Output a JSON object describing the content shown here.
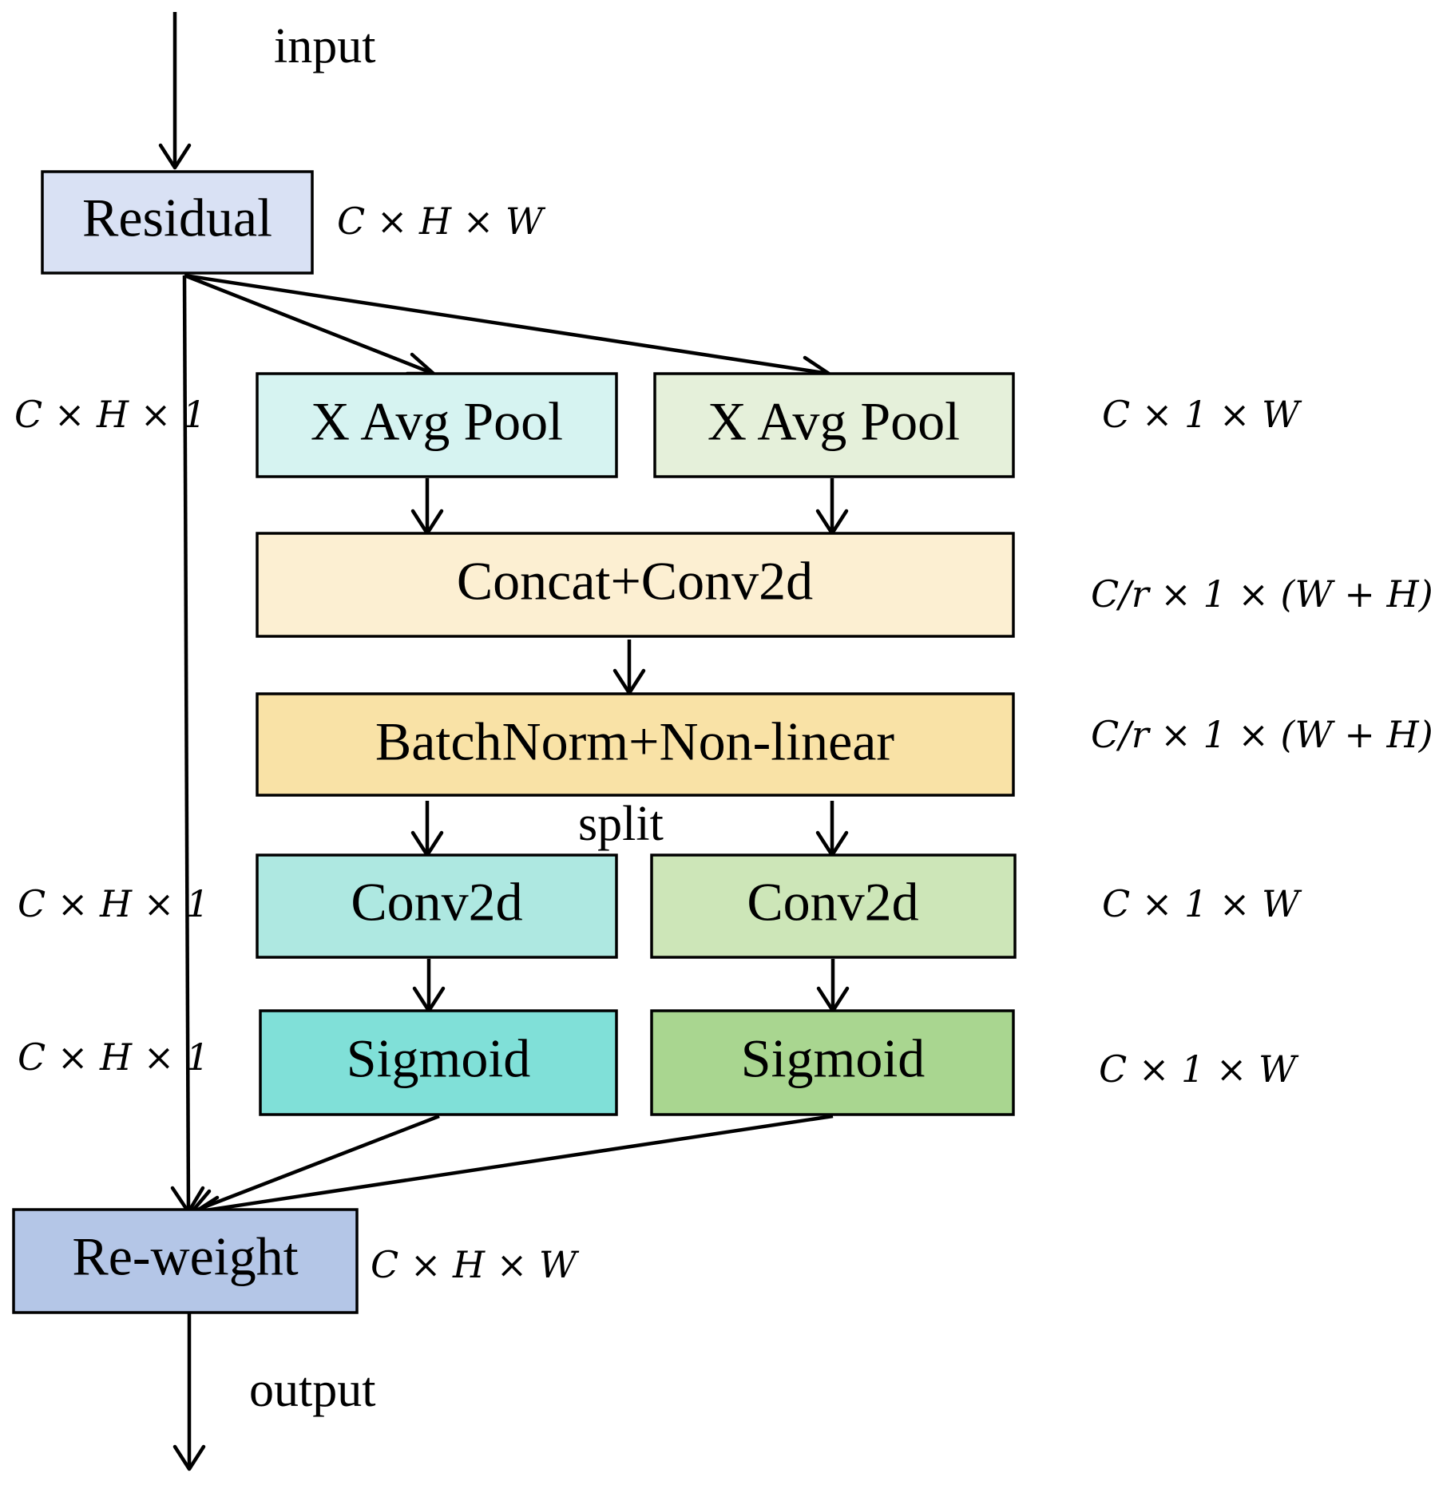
{
  "labels": {
    "input": "input",
    "output": "output",
    "split": "split"
  },
  "boxes": {
    "residual": {
      "label": "Residual",
      "fill": "#d9e1f4"
    },
    "x_avg_pool_left": {
      "label": "X Avg Pool",
      "fill": "#d6f3f1"
    },
    "x_avg_pool_right": {
      "label": "X Avg Pool",
      "fill": "#e5f0da"
    },
    "concat_conv2d": {
      "label": "Concat+Conv2d",
      "fill": "#fcefd2"
    },
    "batchnorm_nonlinear": {
      "label": "BatchNorm+Non-linear",
      "fill": "#f9e2a6"
    },
    "conv2d_left": {
      "label": "Conv2d",
      "fill": "#aee8e1"
    },
    "conv2d_right": {
      "label": "Conv2d",
      "fill": "#cde6b8"
    },
    "sigmoid_left": {
      "label": "Sigmoid",
      "fill": "#80e0d8"
    },
    "sigmoid_right": {
      "label": "Sigmoid",
      "fill": "#a9d690"
    },
    "reweight": {
      "label": "Re-weight",
      "fill": "#b4c6e7"
    }
  },
  "dimensions": {
    "residual": "C × H × W",
    "left_pool": "C × H × 1",
    "right_pool": "C × 1 × W",
    "concat": "C/r × 1 × (W + H)",
    "batchnorm": "C/r × 1 × (W + H)",
    "left_conv": "C × H × 1",
    "right_conv": "C × 1 × W",
    "left_sigmoid": "C × H × 1",
    "right_sigmoid": "C × 1 × W",
    "reweight": "C × H × W"
  }
}
